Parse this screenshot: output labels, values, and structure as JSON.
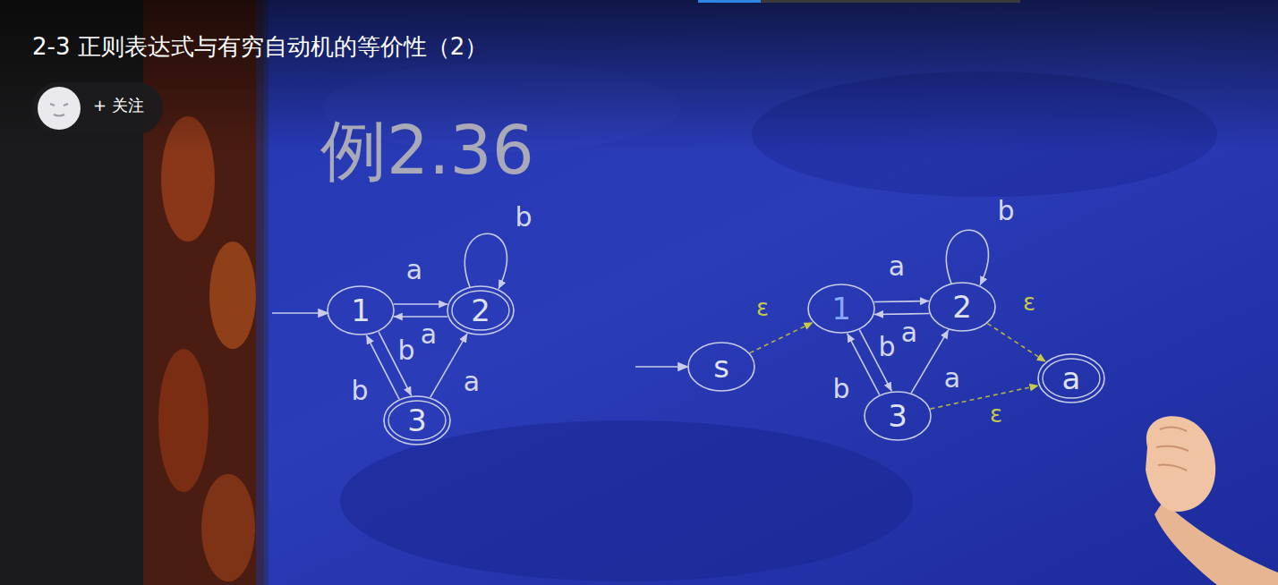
{
  "diagram": {
    "title": "2-3 正则表达式与有穷自动机的等价性（2）",
    "nodes": [
      {
        "text": [
          "1"
        ]
      },
      {
        "text": [
          "2"
        ]
      },
      {
        "text": [
          "3"
        ]
      },
      {
        "text": [
          "s"
        ]
      },
      {
        "text": [
          "1"
        ]
      },
      {
        "text": [
          "2"
        ]
      },
      {
        "text": [
          "3"
        ]
      },
      {
        "text": [
          "a"
        ]
      }
    ],
    "edges": [
      {
        "from": 0,
        "to": 1,
        "label": "a",
        "arrow": "to"
      },
      {
        "from": 1,
        "to": 0,
        "label": "a",
        "arrow": "to"
      },
      {
        "from": 0,
        "to": 2,
        "label": "b",
        "arrow": "to"
      },
      {
        "from": 2,
        "to": 0,
        "label": "b",
        "arrow": "to"
      },
      {
        "from": 2,
        "to": 1,
        "label": "a",
        "arrow": "to"
      },
      {
        "from": 1,
        "to": 1,
        "label": "b",
        "arrow": "to"
      },
      {
        "from": 3,
        "to": 4,
        "label": "ε",
        "arrow": "to"
      },
      {
        "from": 4,
        "to": 5,
        "label": "a",
        "arrow": "to"
      },
      {
        "from": 5,
        "to": 4,
        "label": "a",
        "arrow": "to"
      },
      {
        "from": 4,
        "to": 6,
        "label": "b",
        "arrow": "to"
      },
      {
        "from": 6,
        "to": 4,
        "label": "b",
        "arrow": "to"
      },
      {
        "from": 6,
        "to": 5,
        "label": "a",
        "arrow": "to"
      },
      {
        "from": 5,
        "to": 5,
        "label": "b",
        "arrow": "to"
      },
      {
        "from": 5,
        "to": 7,
        "label": "ε",
        "arrow": "to"
      },
      {
        "from": 6,
        "to": 7,
        "label": "ε",
        "arrow": "to"
      }
    ],
    "labels": [
      "+ 关注",
      "例2.36"
    ]
  }
}
